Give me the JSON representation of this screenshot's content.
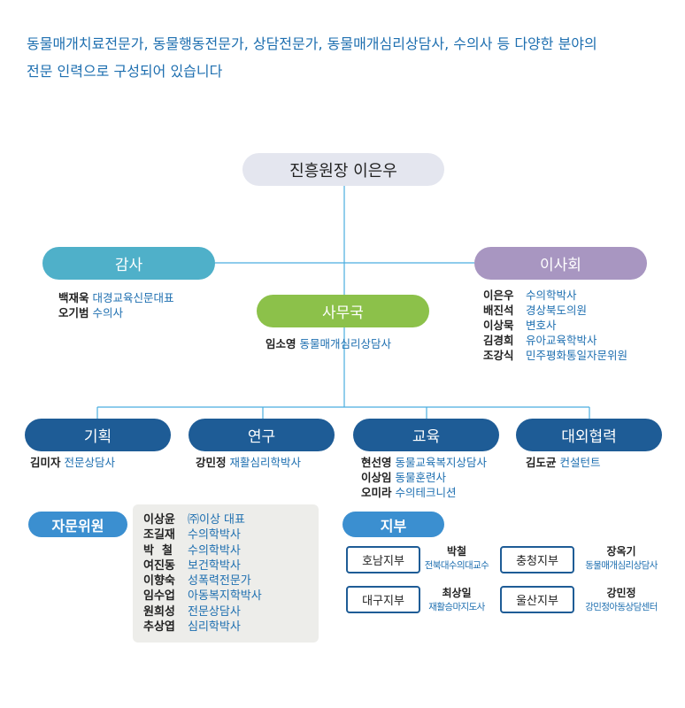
{
  "intro": {
    "line1": "동물매개치료전문가, 동물행동전문가, 상담전문가, 동물매개심리상담사, 수의사 등 다양한 분야의",
    "line2": "전문 인력으로 구성되어 있습니다"
  },
  "director": "진흥원장 이은우",
  "audit": {
    "label": "감사",
    "members": [
      {
        "name": "백재욱",
        "title": "대경교육신문대표"
      },
      {
        "name": "오기범",
        "title": "수의사"
      }
    ]
  },
  "board": {
    "label": "이사회",
    "members": [
      {
        "name": "이은우",
        "title": "수의학박사"
      },
      {
        "name": "배진석",
        "title": "경상북도의원"
      },
      {
        "name": "이상묵",
        "title": "변호사"
      },
      {
        "name": "김경희",
        "title": "유아교육학박사"
      },
      {
        "name": "조강식",
        "title": "민주평화통일자문위원"
      }
    ]
  },
  "secretariat": {
    "label": "사무국",
    "members": [
      {
        "name": "임소영",
        "title": "동물매개심리상담사"
      }
    ]
  },
  "departments": [
    {
      "label": "기획",
      "members": [
        {
          "name": "김미자",
          "title": "전문상담사"
        }
      ]
    },
    {
      "label": "연구",
      "members": [
        {
          "name": "강민정",
          "title": "재활심리학박사"
        }
      ]
    },
    {
      "label": "교육",
      "members": [
        {
          "name": "현선영",
          "title": "동물교육복지상담사"
        },
        {
          "name": "이상임",
          "title": "동물훈련사"
        },
        {
          "name": "오미라",
          "title": "수의테크니션"
        }
      ]
    },
    {
      "label": "대외협력",
      "members": [
        {
          "name": "김도균",
          "title": "컨설턴트"
        }
      ]
    }
  ],
  "advisors": {
    "label": "자문위원",
    "members": [
      {
        "name": "이상윤",
        "title": "㈜이상 대표"
      },
      {
        "name": "조길재",
        "title": "수의학박사"
      },
      {
        "name": "박  철",
        "title": "수의학박사"
      },
      {
        "name": "여진동",
        "title": "보건학박사"
      },
      {
        "name": "이향숙",
        "title": "성폭력전문가"
      },
      {
        "name": "임수업",
        "title": "아동복지학박사"
      },
      {
        "name": "원희성",
        "title": "전문상담사"
      },
      {
        "name": "추상엽",
        "title": "심리학박사"
      }
    ]
  },
  "branches": {
    "label": "지부",
    "items": [
      {
        "name": "호남지부",
        "person": "박철",
        "title": "전북대수의대교수"
      },
      {
        "name": "충청지부",
        "person": "장옥기",
        "title": "동물매개심리상담사"
      },
      {
        "name": "대구지부",
        "person": "최상일",
        "title": "재활승마지도사"
      },
      {
        "name": "울산지부",
        "person": "강민정",
        "title": "강민정아동상담센터"
      }
    ]
  },
  "colors": {
    "accent_text": "#1e6fb0",
    "director_fill": "#e4e6ef",
    "audit_fill": "#4fb0c9",
    "board_fill": "#a896c1",
    "secretariat_fill": "#8cc14a",
    "department_fill": "#1e5c96",
    "advisor_fill": "#3b8fd0",
    "line": "#4aaee0"
  }
}
